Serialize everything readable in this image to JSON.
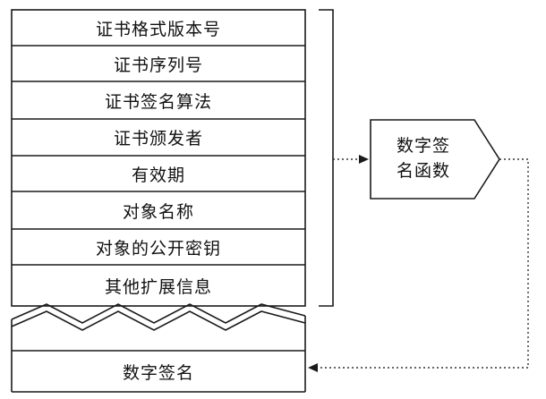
{
  "certificate": {
    "fields": [
      "证书格式版本号",
      "证书序列号",
      "证书签名算法",
      "证书颁发者",
      "有效期",
      "对象名称",
      "对象的公开密钥",
      "其他扩展信息"
    ],
    "signature_field": "数字签名"
  },
  "function_box": {
    "line1": "数字签",
    "line2": "名函数"
  },
  "colors": {
    "stroke": "#1a1a1a",
    "dotted": "#333333",
    "background": "#ffffff"
  }
}
